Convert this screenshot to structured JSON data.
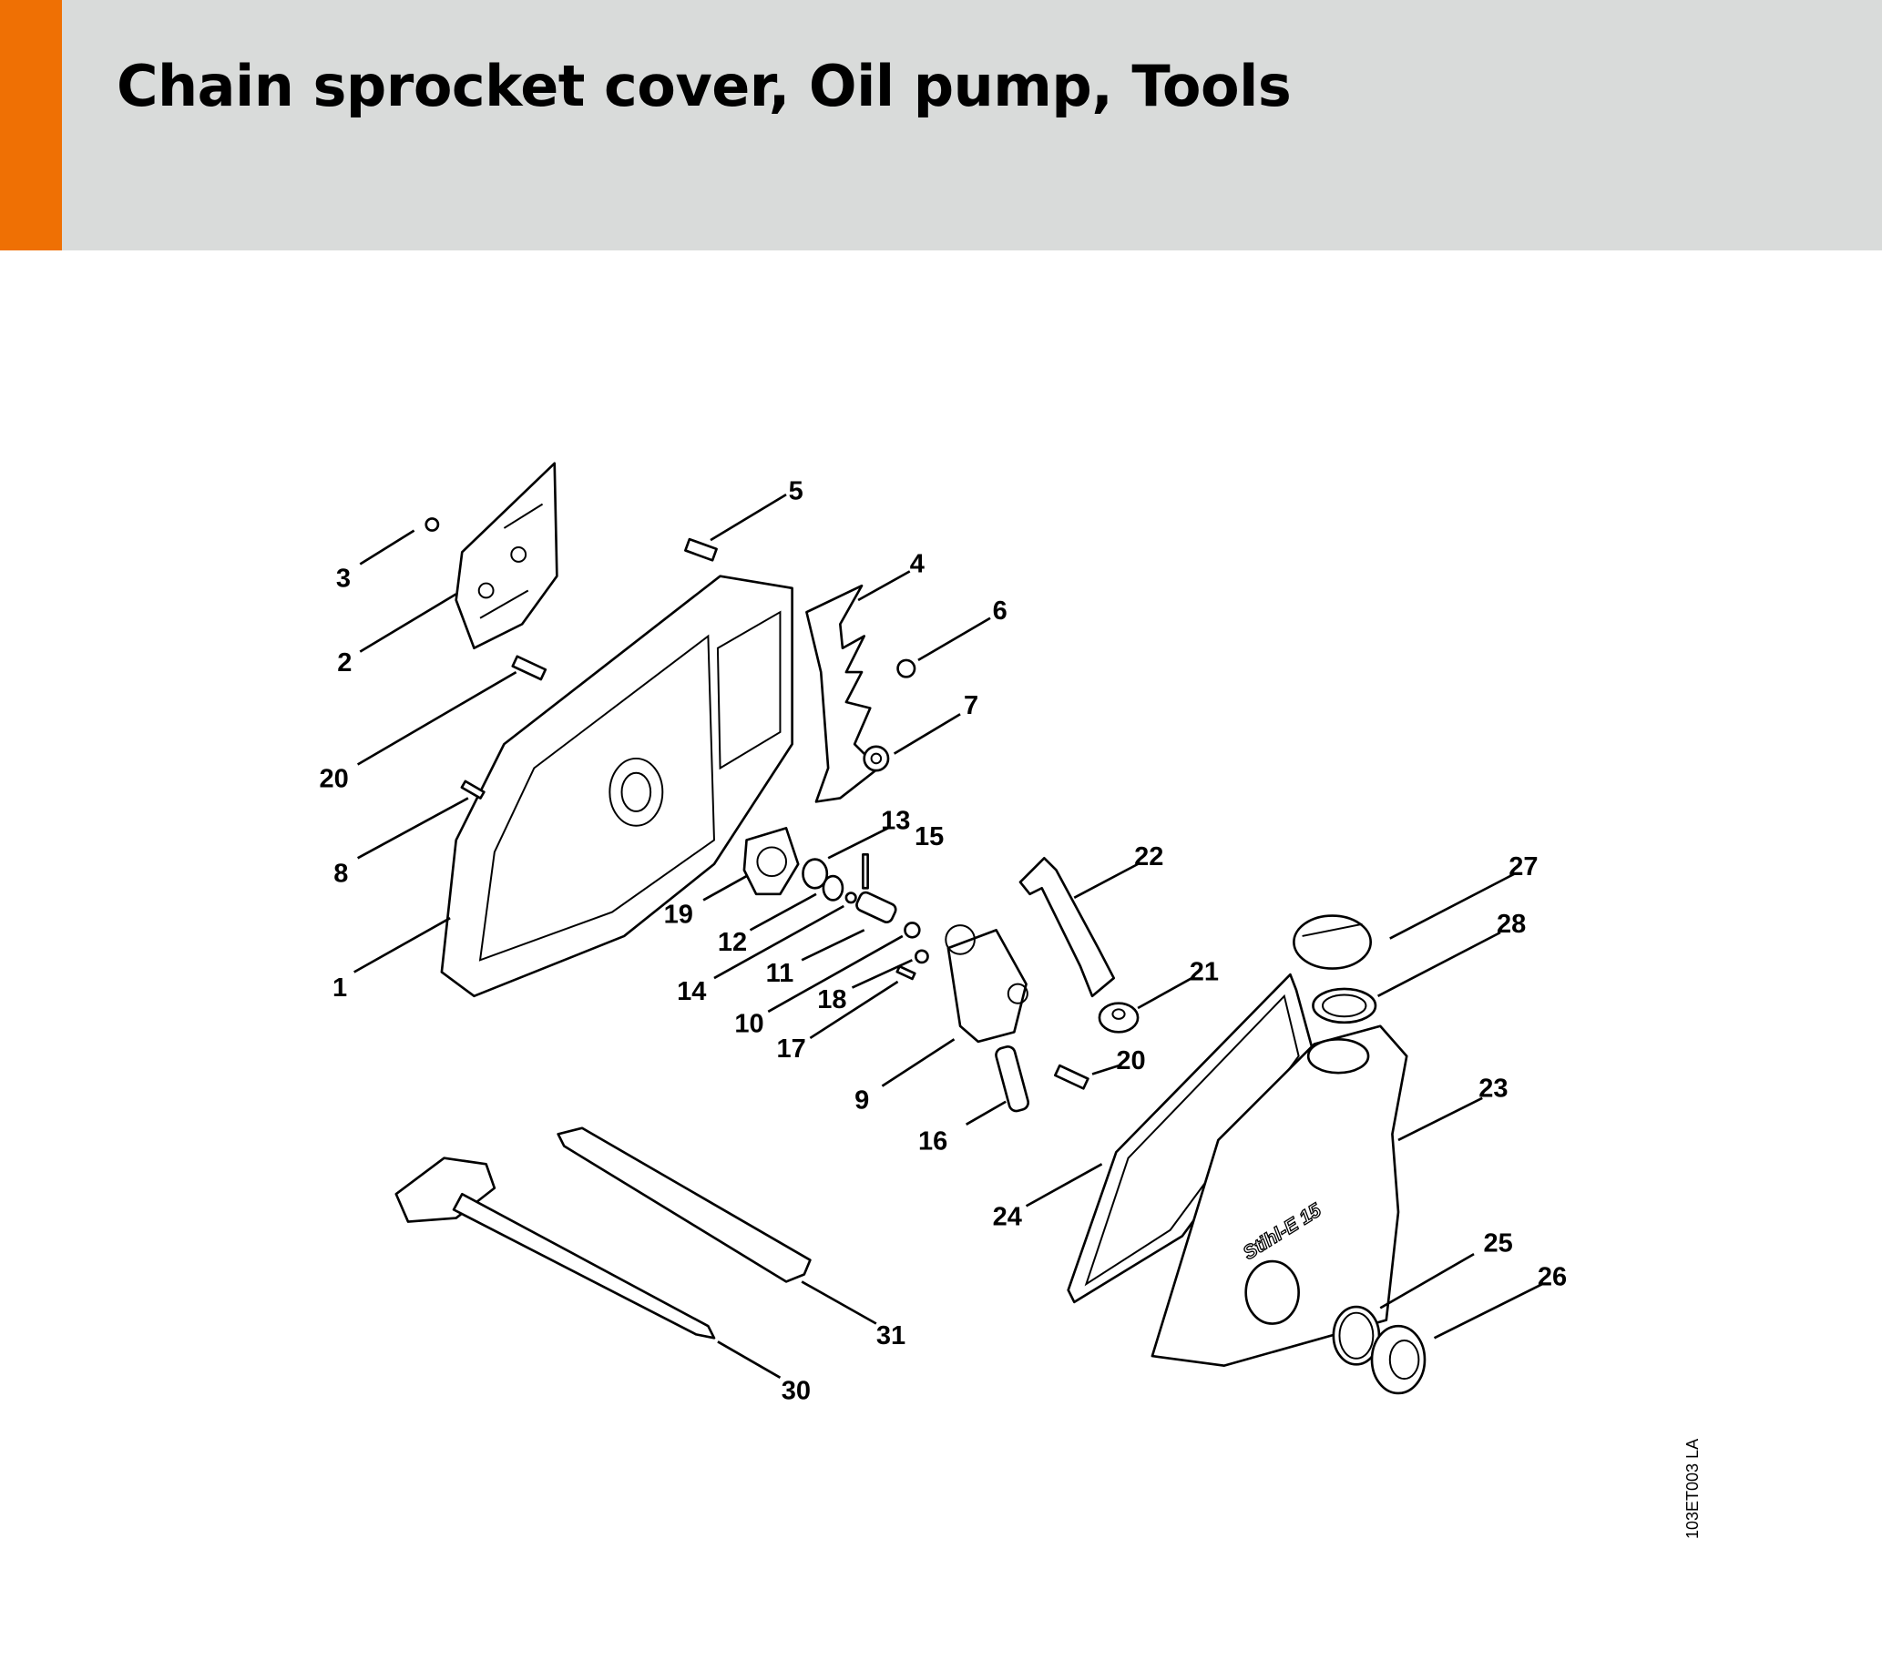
{
  "header": {
    "title": "Chain sprocket cover, Oil pump, Tools",
    "accent_color": "#ef7004",
    "background_color": "#d9dbda"
  },
  "diagram": {
    "callouts": [
      "1",
      "2",
      "3",
      "4",
      "5",
      "6",
      "7",
      "8",
      "9",
      "10",
      "11",
      "12",
      "13",
      "14",
      "15",
      "16",
      "17",
      "18",
      "19",
      "20",
      "20",
      "21",
      "22",
      "23",
      "24",
      "25",
      "26",
      "27",
      "28",
      "30",
      "31"
    ],
    "cover_marking": "Stihl-E 15",
    "drawing_code": "103ET003 LA"
  }
}
